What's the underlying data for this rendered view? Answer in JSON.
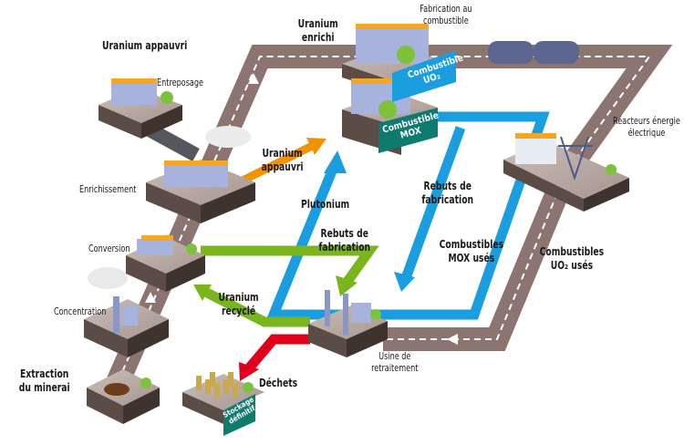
{
  "stages": {
    "extraction": "Extraction du minerai",
    "concentration": "Concentration",
    "conversion": "Conversion",
    "enrichissement": "Enrichissement",
    "entreposage": "Entreposage",
    "fabrication": "Fabrication au combustible",
    "reacteurs": "Réacteurs énergie électrique",
    "usine": "Usine de retraitement",
    "dechets": "Déchets"
  },
  "flows": {
    "uranium_appauvri_top": "Uranium appauvri",
    "uranium_enrichi": "Uranium enrichi",
    "uranium_appauvri_arrow": "Uranium appauvri",
    "plutonium": "Plutonium",
    "rebuts_fabrication_blue": "Rebuts de fabrication",
    "rebuts_fabrication_green": "Rebuts de fabrication",
    "combustibles_mox_uses": "Combustibles MOX usés",
    "combustibles_uo2_uses": "Combustibles UO₂ usés",
    "uranium_recycle": "Uranium recyclé"
  },
  "signs": {
    "uo2": "Combustible UO₂",
    "mox": "Combustible MOX",
    "stockage": "Stockage définitif"
  },
  "colors": {
    "road": "#8c7570",
    "blue": "#1a9ee0",
    "green": "#7ab51d",
    "red": "#e0001b",
    "orange": "#f39200",
    "sign_blue": "#1a9ee0",
    "sign_teal": "#0f7a6e"
  }
}
